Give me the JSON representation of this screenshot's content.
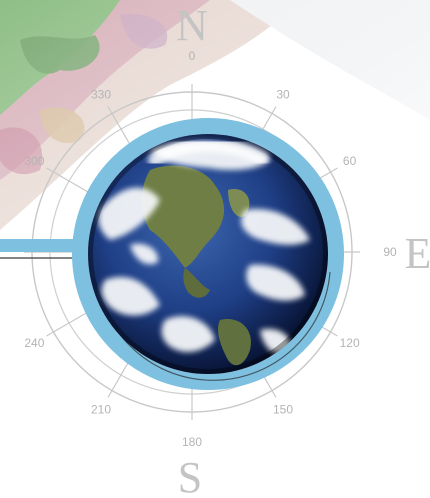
{
  "compass": {
    "north": "N",
    "east": "E",
    "south": "S"
  },
  "degrees": [
    {
      "value": 0,
      "label": "0"
    },
    {
      "value": 30,
      "label": "30"
    },
    {
      "value": 60,
      "label": "60"
    },
    {
      "value": 90,
      "label": "90"
    },
    {
      "value": 120,
      "label": "120"
    },
    {
      "value": 150,
      "label": "150"
    },
    {
      "value": 180,
      "label": "180"
    },
    {
      "value": 210,
      "label": "210"
    },
    {
      "value": 240,
      "label": "240"
    },
    {
      "value": 300,
      "label": "300"
    },
    {
      "value": 330,
      "label": "330"
    }
  ],
  "colors": {
    "accent_ring": "#7ec0e0",
    "ring_line": "#c8c8c8",
    "tick_text": "#b4b4b4",
    "cardinal_text": "#c4c4c4",
    "ocean_dark": "#0b1a44",
    "ocean_mid": "#2c4f95",
    "land": "#6e7e45",
    "cloud": "#f4f6f8",
    "map_pink": "#d9a6b4",
    "map_green": "#7db07a",
    "map_tan": "#d9c3a0"
  }
}
